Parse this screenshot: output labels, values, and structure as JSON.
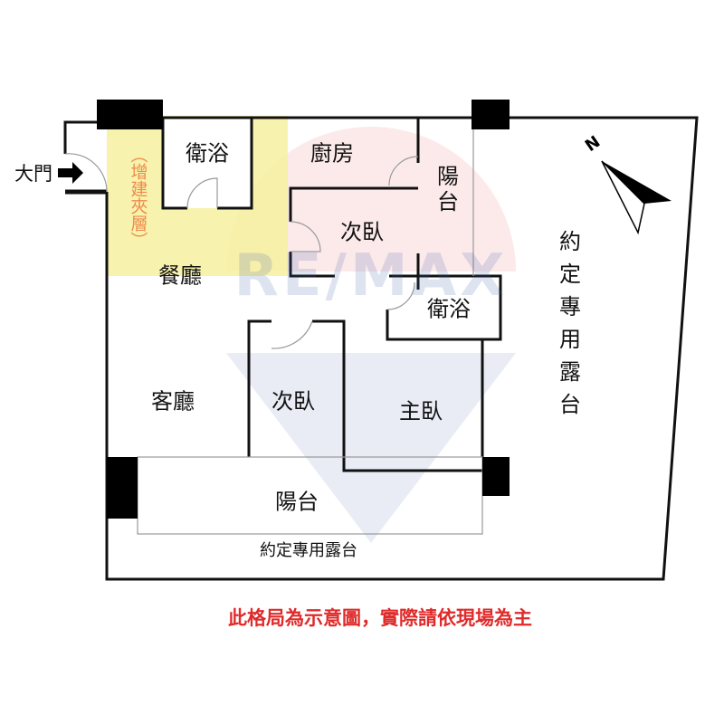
{
  "rooms": {
    "entrance": "大門",
    "mezzanine": "（增建夾層）",
    "bath1": "衛浴",
    "kitchen": "廚房",
    "balcony_top": "陽台",
    "bedroom2_top": "次臥",
    "dining": "餐廳",
    "bath2": "衛浴",
    "living": "客廳",
    "bedroom2_bottom": "次臥",
    "master": "主臥",
    "balcony_bottom": "陽台",
    "terrace_right": "約定專用露台",
    "terrace_bottom": "約定專用露台"
  },
  "watermark": "RE/MAX",
  "notice": "此格局為示意圖，實際請依現場為主",
  "colors": {
    "wall": "#111111",
    "mezzanine": "#f6f1a0",
    "notice": "#e02a2a"
  }
}
